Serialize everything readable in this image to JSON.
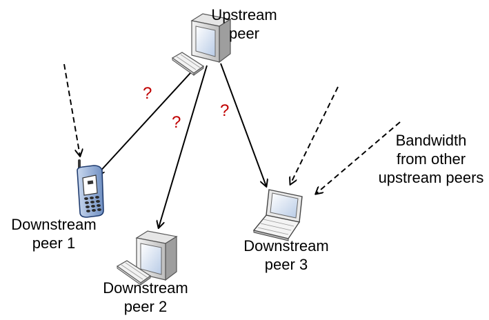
{
  "labels": {
    "upstream": [
      "Upstream",
      "peer"
    ],
    "downstream1": [
      "Downstream",
      "peer 1"
    ],
    "downstream2": [
      "Downstream",
      "peer 2"
    ],
    "downstream3": [
      "Downstream",
      "peer 3"
    ],
    "bandwidth": [
      "Bandwidth",
      "from other",
      "upstream peers"
    ]
  },
  "unknown_marker": "?",
  "colors": {
    "marker": "#c00000",
    "arrow": "#000000",
    "phone_body": "#a9bfe0",
    "screen": "#d9e4f4"
  },
  "icons": {
    "upstream": "desktop-computer-icon",
    "downstream1": "mobile-phone-icon",
    "downstream2": "desktop-computer-icon",
    "downstream3": "laptop-icon"
  }
}
